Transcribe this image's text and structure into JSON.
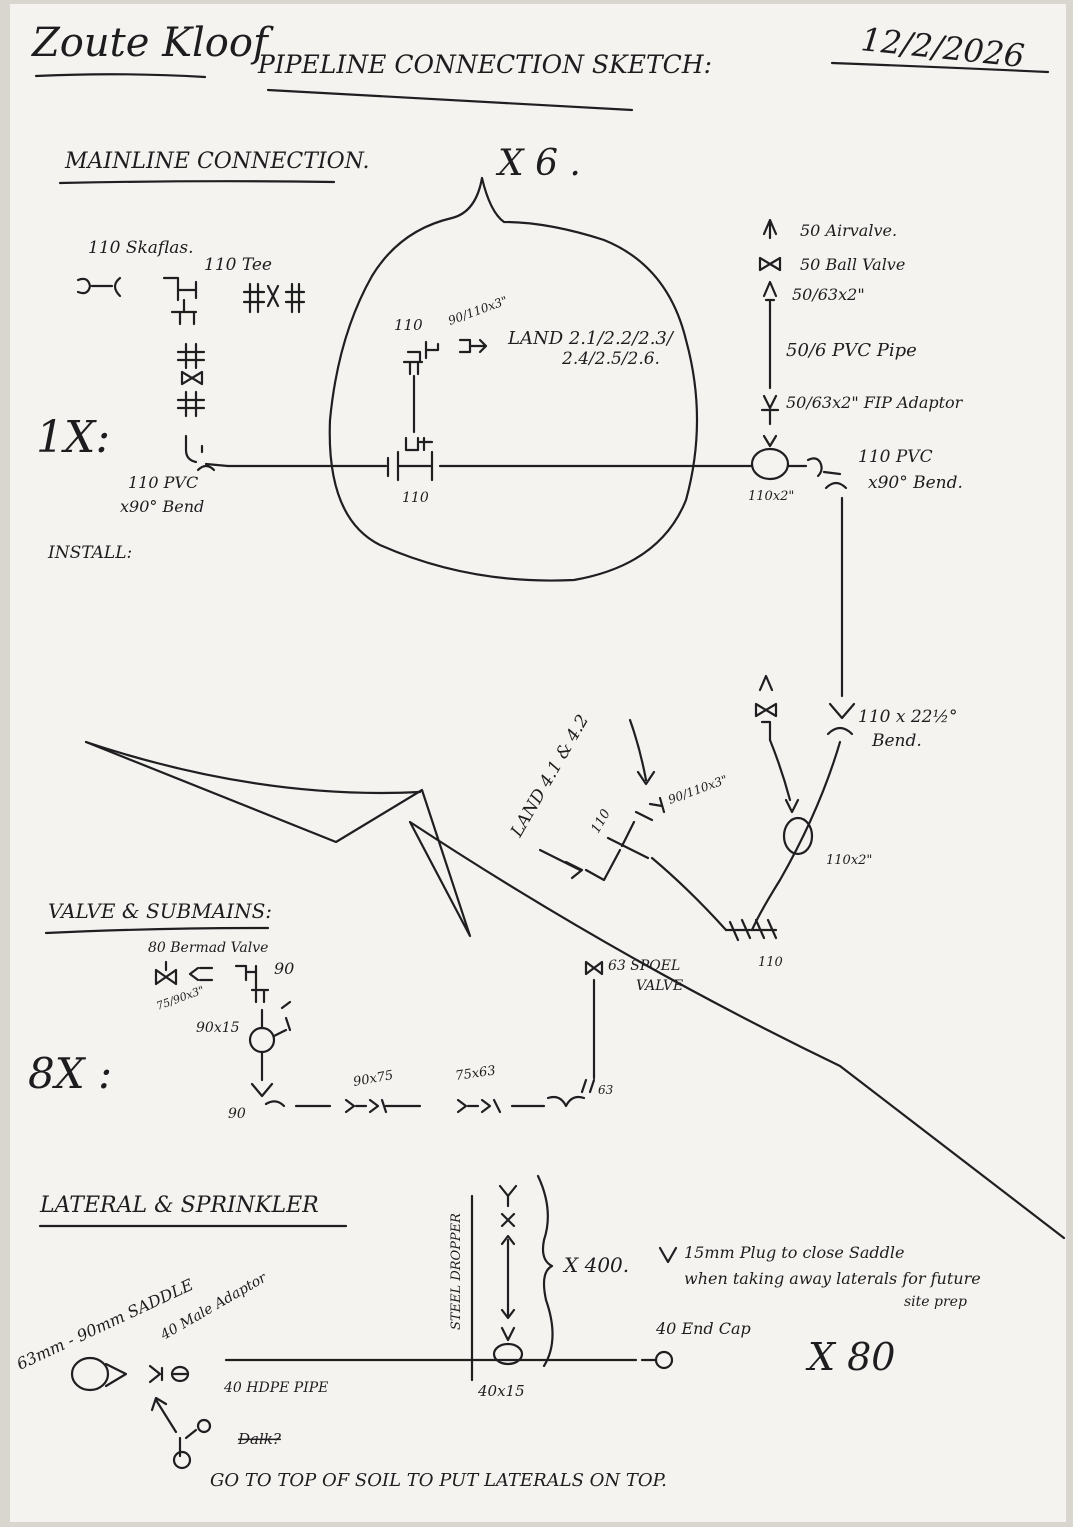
{
  "header": {
    "site": "Zoute Kloof",
    "title": "PIPELINE CONNECTION SKETCH:",
    "date": "12/2/2026"
  },
  "mainline": {
    "heading": "MAINLINE CONNECTION.",
    "multiplier_1x": "1X:",
    "multiplier_x6": "X 6 .",
    "skaflas": "110 Skaflas.",
    "tee": "110 Tee",
    "bend_left": [
      "110 PVC",
      "x90° Bend"
    ],
    "tee_center": "110",
    "bubble_110": "110",
    "bubble_reducer": "90/110x3\"",
    "land_line1": "LAND 2.1/2.2/2.3/",
    "land_line2": "2.4/2.5/2.6.",
    "install": "INSTALL:",
    "airvalve": "50 Airvalve.",
    "ballvalve": "50 Ball Valve",
    "adaptor_top": "50/63x2\"",
    "pvc_pipe": "50/6 PVC Pipe",
    "fip_adaptor": "50/63x2\" FIP Adaptor",
    "saddle_110": "110x2\"",
    "bend_right": [
      "110 PVC",
      "x90° Bend."
    ],
    "bend_225": [
      "110 x 22½°",
      "Bend."
    ],
    "saddle_110b": "110x2\"",
    "land_41": "LAND 4.1 & 4.2",
    "reducer_110": "110",
    "reducer_90": "90/110x3\"",
    "tee_110": "110"
  },
  "valve": {
    "heading": "VALVE & SUBMAINS:",
    "multiplier": "8X :",
    "bermad": "80 Bermad Valve",
    "reducer": "75/90x3\"",
    "n90": "90",
    "saddle": "90x15",
    "elbow90": "90",
    "r1": "90x75",
    "r2": "75x63",
    "n63": "63",
    "spoel": [
      "63 SPOEL",
      "VALVE"
    ]
  },
  "lateral": {
    "heading": "LATERAL & SPRINKLER",
    "saddle_range": "63mm - 90mm SADDLE",
    "male_adaptor": "40 Male Adaptor",
    "hdpe": "40 HDPE PIPE",
    "steel_dropper": "STEEL DROPPER",
    "x400": "X 400.",
    "plug_note": [
      "15mm Plug to close Saddle",
      "when taking away laterals for future",
      "site prep"
    ],
    "endcap": "40 End Cap",
    "x80": "X 80",
    "saddle_40": "40x15",
    "dalk": "Dalk?",
    "footer": "GO TO TOP OF SOIL TO PUT LATERALS ON TOP."
  }
}
